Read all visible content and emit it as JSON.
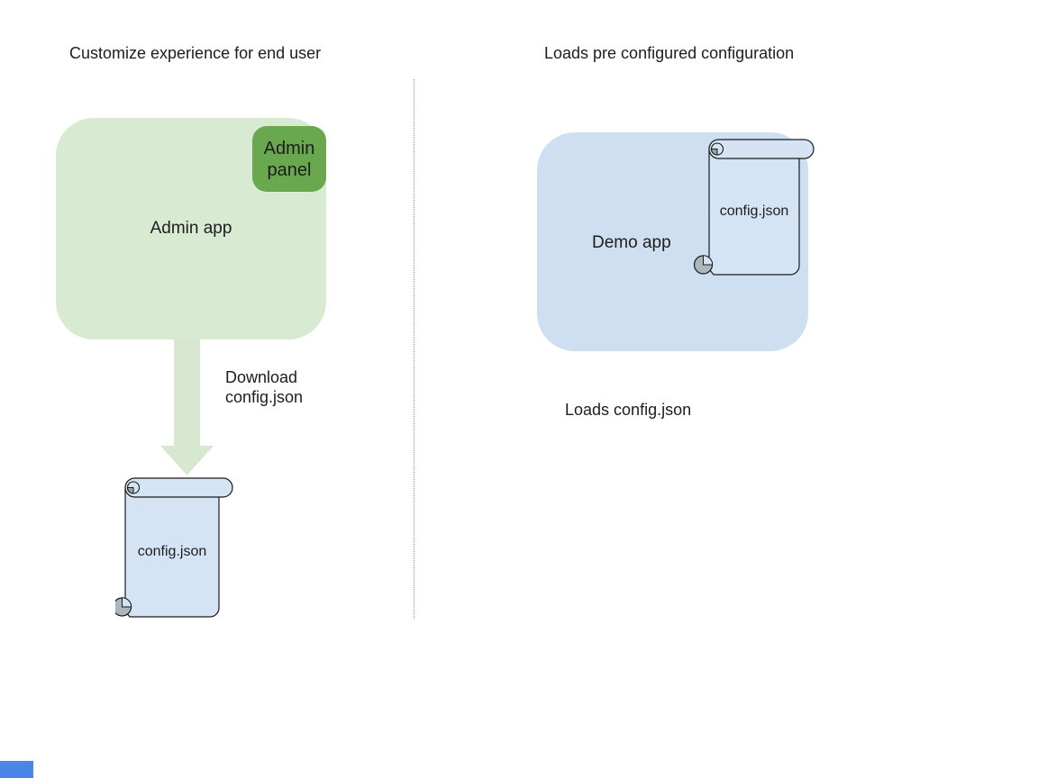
{
  "diagram": {
    "left": {
      "title": "Customize experience for end user",
      "admin_app": {
        "label": "Admin app",
        "fill": "#d9ead3"
      },
      "admin_panel": {
        "label": "Admin panel",
        "fill": "#6aa84f"
      },
      "download_arrow": {
        "label": "Download\nconfig.json",
        "fill": "#d7e7d0",
        "shape": "thick-down-arrow"
      },
      "config_file": {
        "label": "config.json",
        "fill": "#d5e4f4",
        "shape": "scroll"
      }
    },
    "right": {
      "title": "Loads pre configured configuration",
      "demo_app": {
        "label": "Demo app",
        "fill": "#cddff1"
      },
      "config_file": {
        "label": "config.json",
        "fill": "#d5e4f4",
        "shape": "scroll"
      },
      "caption": "Loads config.json"
    },
    "divider": {
      "style": "dotted-vertical",
      "color": "#888888"
    },
    "corner_square": {
      "color": "#4a86e8"
    }
  }
}
